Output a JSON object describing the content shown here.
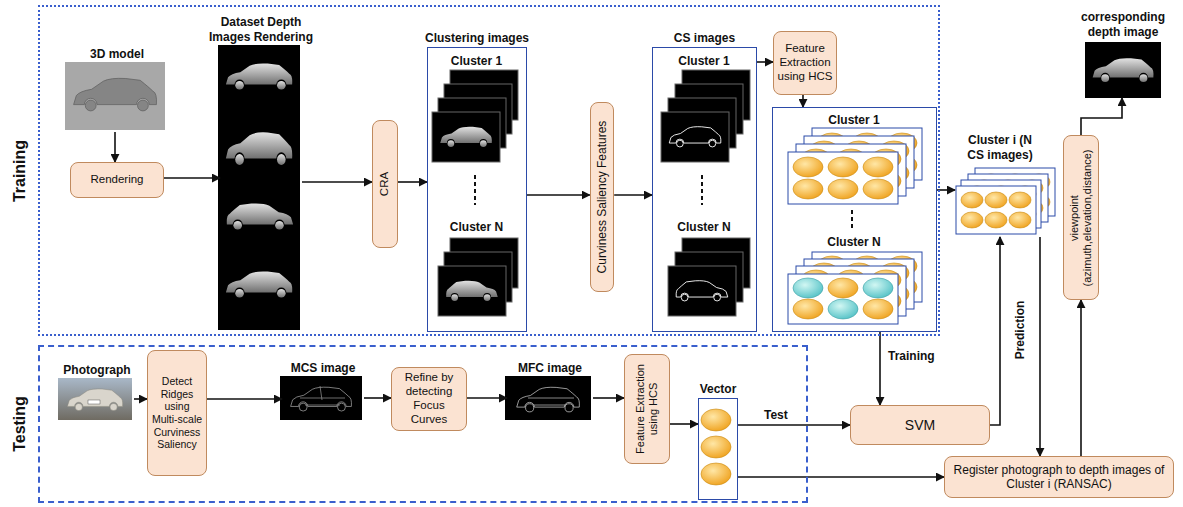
{
  "diagram": {
    "nodes": [
      {
        "text": [
          "Training"
        ]
      },
      {
        "text": [
          "3D model"
        ],
        "in": 0
      },
      {
        "text": [
          "Rendering"
        ],
        "in": 0
      },
      {
        "text": [
          "Dataset Depth Images Rendering"
        ],
        "in": 0
      },
      {
        "text": [
          "CRA"
        ],
        "in": 0
      },
      {
        "text": [
          "Clustering images",
          "Cluster 1",
          "Cluster N"
        ],
        "in": 0
      },
      {
        "text": [
          "Curviness Saliency Features"
        ],
        "in": 0
      },
      {
        "text": [
          "CS images",
          "Cluster 1",
          "Cluster N"
        ],
        "in": 0
      },
      {
        "text": [
          "Feature Extraction using HCS"
        ],
        "in": 0
      },
      {
        "text": [
          "Cluster 1",
          "Cluster N"
        ],
        "in": 0
      },
      {
        "text": [
          "Testing"
        ]
      },
      {
        "text": [
          "Photograph"
        ],
        "in": 10
      },
      {
        "text": [
          "Detect Ridges using Multi-scale Curviness Saliency"
        ],
        "in": 10
      },
      {
        "text": [
          "MCS image"
        ],
        "in": 10
      },
      {
        "text": [
          "Refine by detecting Focus Curves"
        ],
        "in": 10
      },
      {
        "text": [
          "MFC image"
        ],
        "in": 10
      },
      {
        "text": [
          "Feature Extraction using HCS"
        ],
        "in": 10
      },
      {
        "text": [
          "Vector"
        ],
        "in": 10
      },
      {
        "text": [
          "SVM"
        ]
      },
      {
        "text": [
          "Cluster i (N CS images)"
        ]
      },
      {
        "text": [
          "Register photograph to depth images of Cluster i (RANSAC)"
        ]
      },
      {
        "text": [
          "viewpoint (azimuth,elevation,distance)"
        ]
      },
      {
        "text": [
          "corresponding depth image"
        ]
      }
    ],
    "edges": [
      {
        "from": 1,
        "to": 2,
        "arrow": "to"
      },
      {
        "from": 2,
        "to": 3,
        "arrow": "to"
      },
      {
        "from": 3,
        "to": 4,
        "arrow": "to"
      },
      {
        "from": 4,
        "to": 5,
        "arrow": "to"
      },
      {
        "from": 5,
        "to": 6,
        "arrow": "to"
      },
      {
        "from": 6,
        "to": 7,
        "arrow": "to"
      },
      {
        "from": 7,
        "to": 8,
        "arrow": "to"
      },
      {
        "from": 8,
        "to": 9,
        "arrow": "to"
      },
      {
        "from": 9,
        "to": 19,
        "arrow": "to"
      },
      {
        "from": 9,
        "to": 18,
        "label": "Training",
        "arrow": "to"
      },
      {
        "from": 11,
        "to": 12,
        "arrow": "to"
      },
      {
        "from": 12,
        "to": 13,
        "arrow": "to"
      },
      {
        "from": 13,
        "to": 14,
        "arrow": "to"
      },
      {
        "from": 14,
        "to": 15,
        "arrow": "to"
      },
      {
        "from": 15,
        "to": 16,
        "arrow": "to"
      },
      {
        "from": 16,
        "to": 17,
        "arrow": "to"
      },
      {
        "from": 17,
        "to": 18,
        "label": "Test",
        "arrow": "to"
      },
      {
        "from": 17,
        "to": 20,
        "arrow": "to"
      },
      {
        "from": 18,
        "to": 19,
        "label": "Prediction",
        "arrow": "to"
      },
      {
        "from": 19,
        "to": 20,
        "arrow": "to"
      },
      {
        "from": 20,
        "to": 21,
        "arrow": "to"
      },
      {
        "from": 21,
        "to": 22,
        "arrow": "to"
      }
    ]
  }
}
